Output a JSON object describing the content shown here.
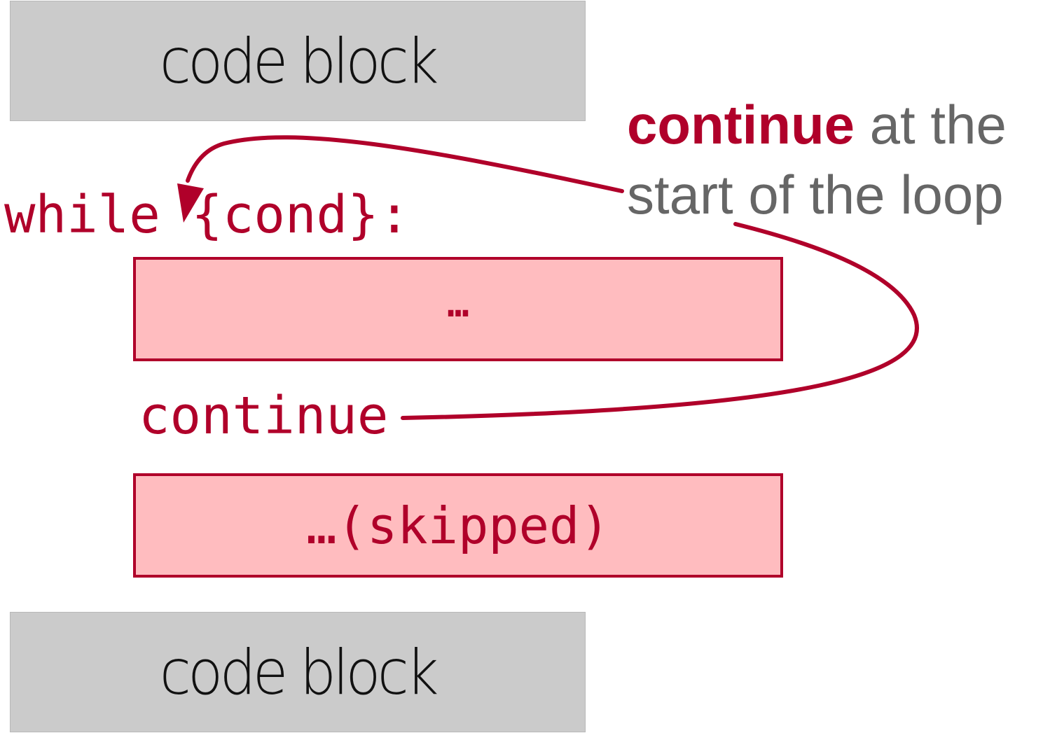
{
  "blocks": {
    "top_label": "code block",
    "bottom_label": "code block",
    "ellipsis": "…",
    "skipped": "…(skipped)"
  },
  "code": {
    "while_line": "while {cond}:",
    "continue": "continue"
  },
  "annotation": {
    "keyword": "continue",
    "line1_rest": " at the",
    "line2": "start of the loop"
  },
  "colors": {
    "accent": "#b0002a",
    "block_fill": "#ffbcbf",
    "gray_block": "#cbcbcb",
    "annotation_text": "#666666"
  }
}
